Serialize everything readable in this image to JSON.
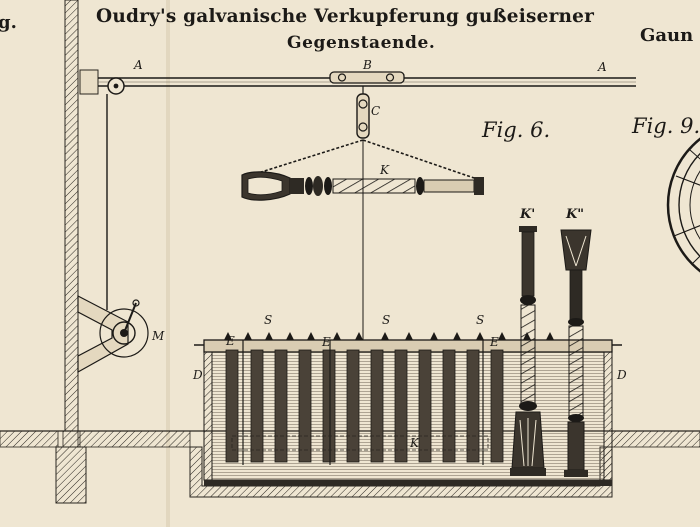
{
  "plate": {
    "title_line1": "Oudry's galvanische Verkupferung gußeiserner",
    "title_line2": "Gegenstaende.",
    "cut_left": "g.",
    "cut_right": "Gaun"
  },
  "figures": {
    "fig6": "Fig. 6.",
    "fig9": "Fig. 9."
  },
  "labels": {
    "A_left": "A",
    "B": "B",
    "A_right": "A",
    "C": "C",
    "K": "K",
    "K1": "K'",
    "K2": "K\"",
    "M": "M",
    "D_left": "D",
    "D_right": "D",
    "E_left": "E",
    "E_mid": "E",
    "E_right": "E",
    "S1": "S",
    "S2": "S",
    "S3": "S",
    "K_tank": "K"
  }
}
